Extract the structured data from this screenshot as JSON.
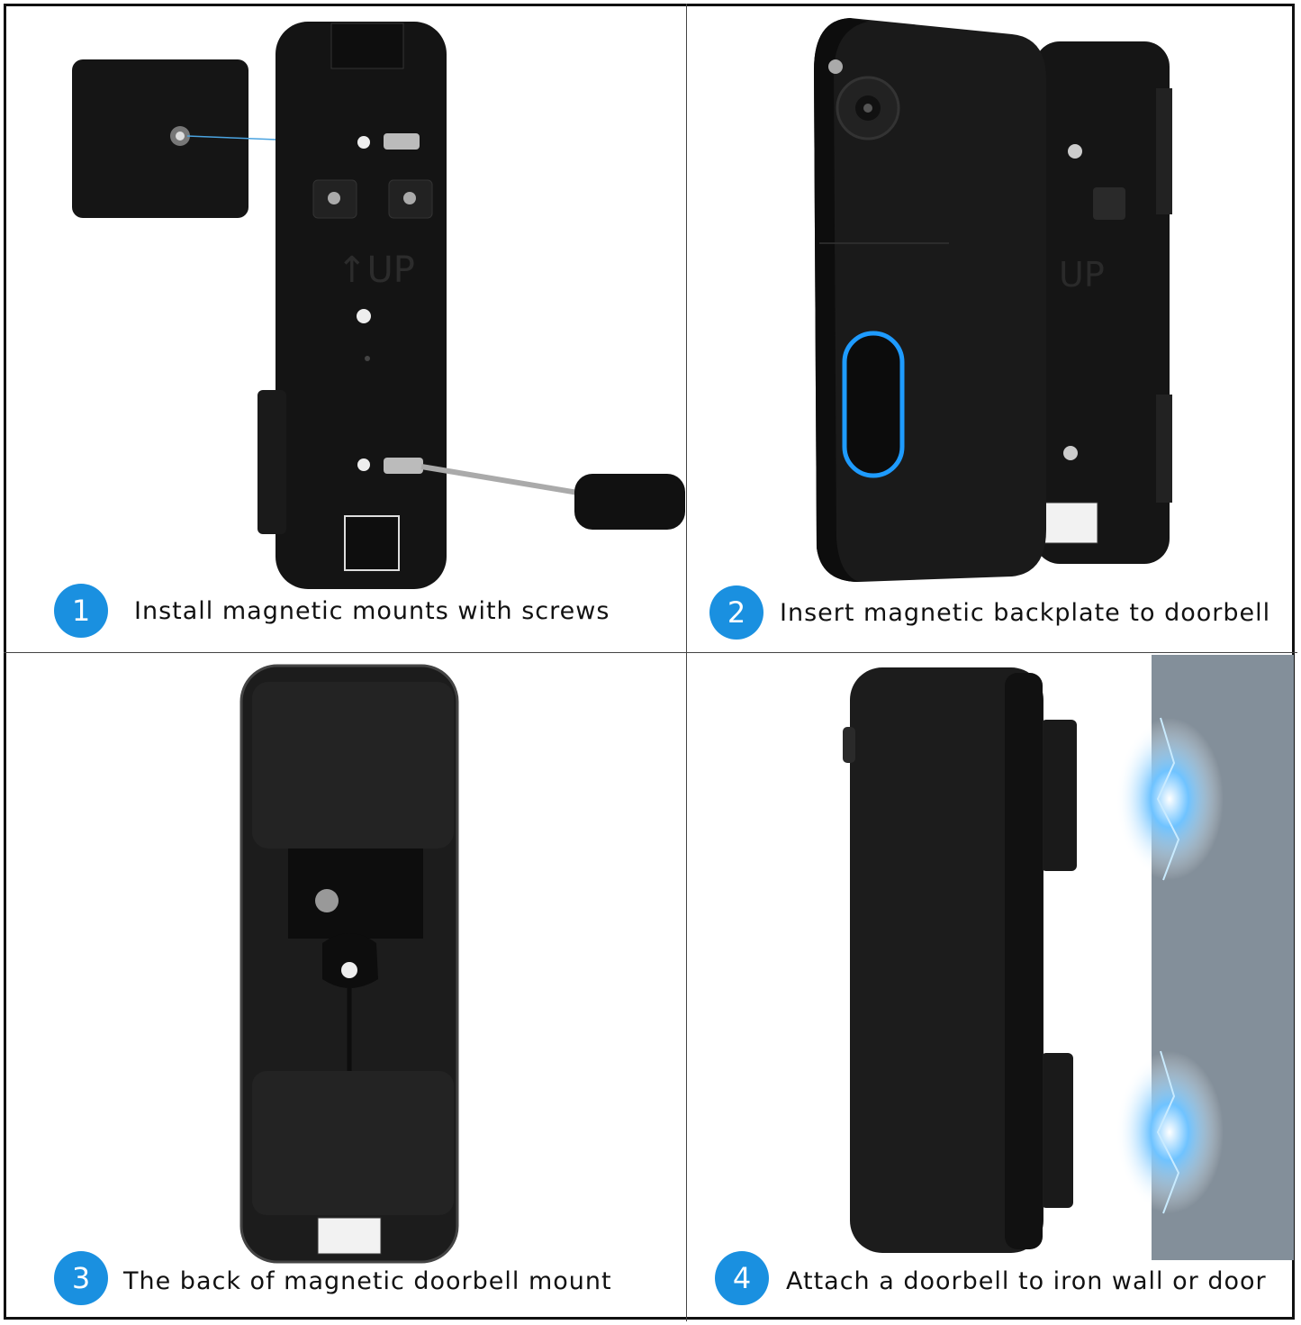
{
  "steps": [
    {
      "number": "1",
      "caption": "Install magnetic mounts with screws"
    },
    {
      "number": "2",
      "caption": "Insert magnetic backplate to doorbell"
    },
    {
      "number": "3",
      "caption": "The back of magnetic doorbell mount"
    },
    {
      "number": "4",
      "caption": "Attach a doorbell to iron wall or door"
    }
  ],
  "backplate_marking": "↑UP",
  "colors": {
    "badge": "#1a90e0",
    "ring_led": "#1e9bff",
    "device": "#151515"
  }
}
